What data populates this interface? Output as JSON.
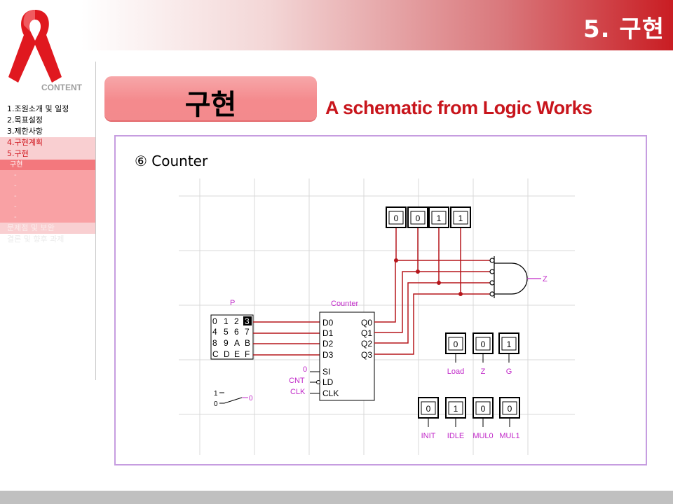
{
  "header": {
    "section_title": "5. 구현"
  },
  "sidebar": {
    "content_label": "CONTENT",
    "items": [
      {
        "label": "1.조원소개  및 일정"
      },
      {
        "label": "2.목표설정"
      },
      {
        "label": "3.제한사항"
      },
      {
        "label": "4.구현계획"
      },
      {
        "label": "5.구현"
      },
      {
        "label": "구현"
      },
      {
        "label": "-"
      },
      {
        "label": "-"
      },
      {
        "label": "-"
      },
      {
        "label": "-"
      },
      {
        "label": "-"
      },
      {
        "label": "문제점 및 보완"
      },
      {
        "label": "결론 및 향후 과제"
      }
    ]
  },
  "main": {
    "title": "구현",
    "subtitle": "A schematic from Logic Works",
    "heading": "⑥ Counter"
  },
  "schematic": {
    "hex_keypad": {
      "label": "P",
      "rows": [
        [
          "0",
          "1",
          "2",
          "3"
        ],
        [
          "4",
          "5",
          "6",
          "7"
        ],
        [
          "8",
          "9",
          "A",
          "B"
        ],
        [
          "C",
          "D",
          "E",
          "F"
        ]
      ],
      "selected": "3"
    },
    "counter": {
      "label": "Counter",
      "inputs": [
        "D0",
        "D1",
        "D2",
        "D3",
        "SI",
        "LD",
        "CLK"
      ],
      "outputs": [
        "Q0",
        "Q1",
        "Q2",
        "Q3"
      ],
      "pin_labels": {
        "si_const": "0",
        "cnt": "CNT",
        "clk": "CLK"
      }
    },
    "top_displays": [
      "0",
      "0",
      "1",
      "1"
    ],
    "and_output": "Z",
    "switch": {
      "hi": "1",
      "lo": "0",
      "out": "0"
    },
    "probes_row1": [
      {
        "value": "0",
        "label": "Load"
      },
      {
        "value": "0",
        "label": "Z"
      },
      {
        "value": "1",
        "label": "G"
      }
    ],
    "probes_row2": [
      {
        "value": "0",
        "label": "INIT"
      },
      {
        "value": "1",
        "label": "IDLE"
      },
      {
        "value": "0",
        "label": "MUL0"
      },
      {
        "value": "0",
        "label": "MUL1"
      }
    ],
    "colors": {
      "wire": "#b5161c",
      "label": "#c028c8",
      "grid": "#d8d8d8"
    }
  }
}
